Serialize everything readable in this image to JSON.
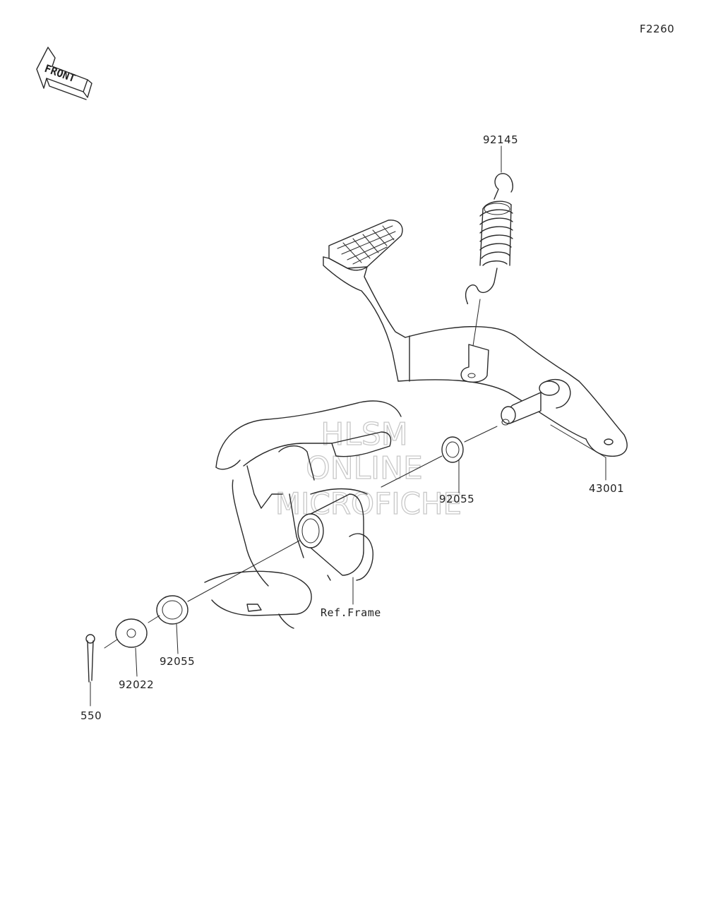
{
  "figure_code": "F2260",
  "front_arrow": {
    "label": "FRONT",
    "icon": "front-direction-arrow-icon"
  },
  "watermark": {
    "line1": "HLSM",
    "line2": "ONLINE",
    "line3": "MICROFICHE"
  },
  "parts": {
    "spring": "92145",
    "pedal": "43001",
    "washer_upper": "92055",
    "washer_lower": "92055",
    "washer_plain": "92022",
    "cotter_pin": "550",
    "frame_ref": "Ref.Frame"
  }
}
